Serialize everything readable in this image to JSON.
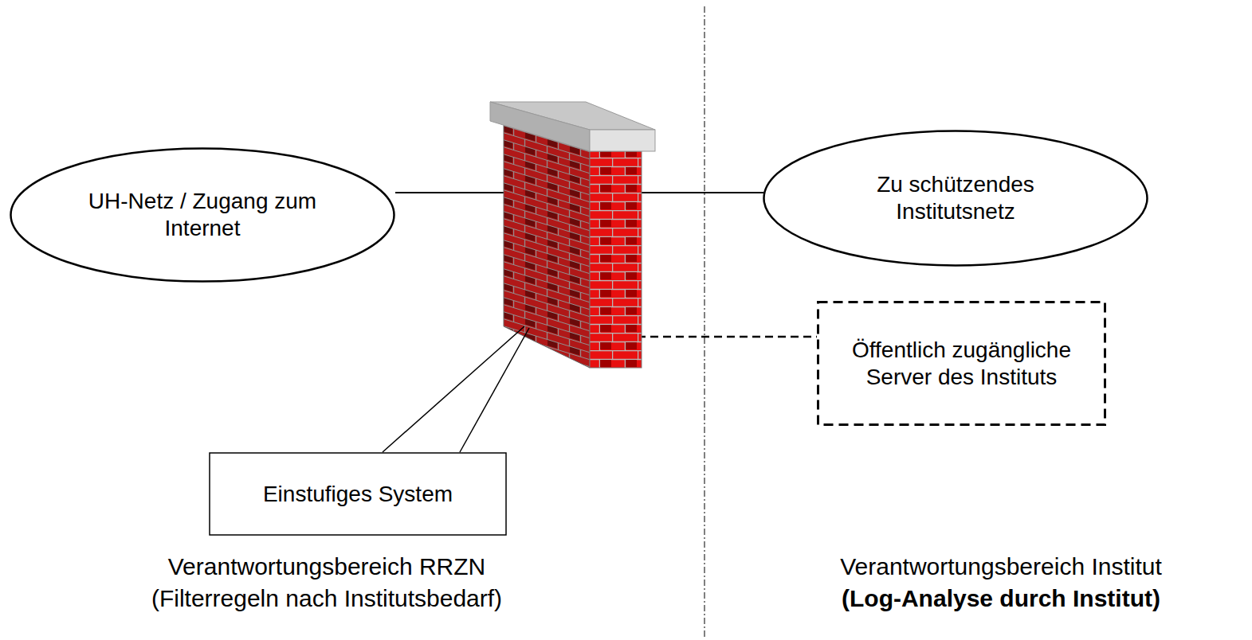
{
  "diagram": {
    "nodes": [
      {
        "text": [
          "UH-Netz / Zugang zum Internet"
        ]
      },
      {
        "text": [
          "Zu schützendes Institutsnetz"
        ]
      },
      {
        "text": [
          "Öffentlich zugängliche Server des Instituts"
        ]
      },
      {
        "text": [
          "Einstufiges System"
        ]
      }
    ],
    "labels": [
      "Verantwortungsbereich RRZN",
      "(Filterregeln nach Institutsbedarf)",
      "Verantwortungsbereich Institut",
      "(Log-Analyse durch Institut)"
    ]
  }
}
